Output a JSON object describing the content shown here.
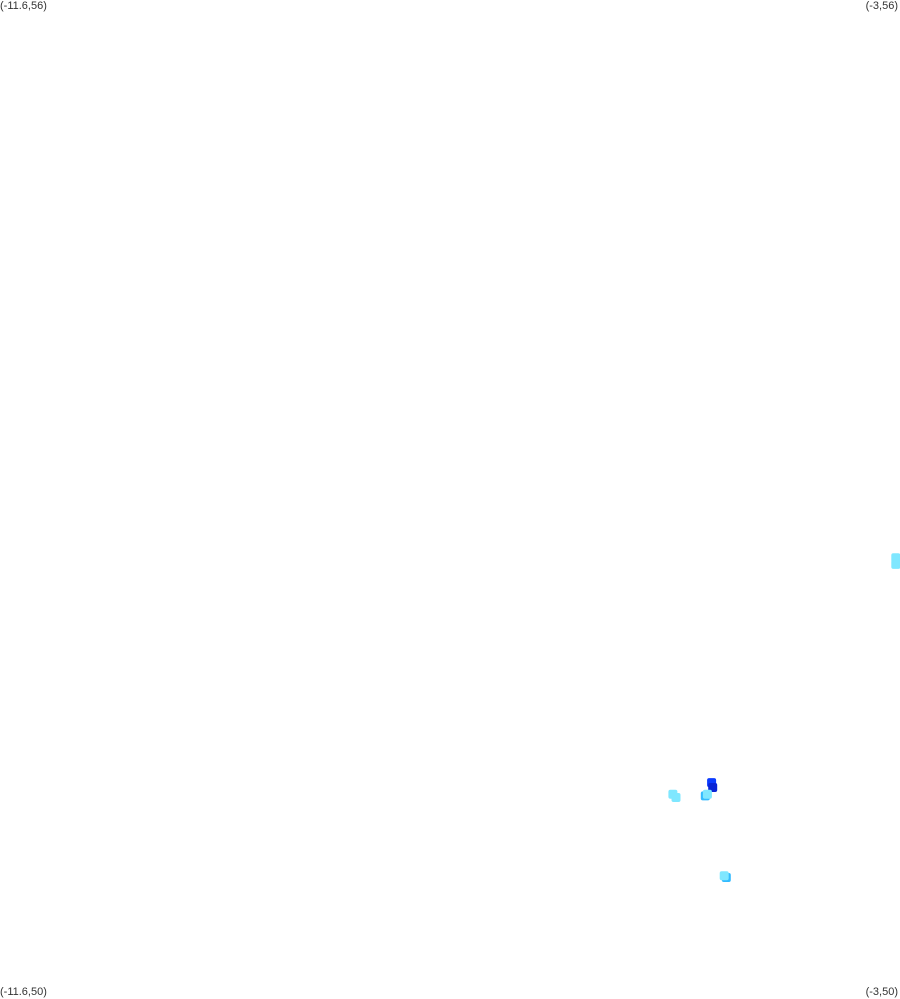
{
  "corners": {
    "top_left": "(-11.6,56)",
    "top_right": "(-3,56)",
    "bottom_left": "(-11.6,50)",
    "bottom_right": "(-3,50)"
  },
  "colors": {
    "background": "#ffffff",
    "light": "#7fe7ff",
    "medium": "#33bbff",
    "dark": "#0b3bff",
    "darkest": "#0a24d6"
  },
  "chart_data": {
    "type": "heatmap",
    "xlim": [
      -11.6,
      -3
    ],
    "ylim": [
      50,
      56
    ],
    "cells": [
      {
        "lon": -3.04,
        "lat": 52.65,
        "level": "light"
      },
      {
        "lon": -3.04,
        "lat": 52.61,
        "level": "light"
      },
      {
        "lon": -4.8,
        "lat": 51.3,
        "level": "dark"
      },
      {
        "lon": -4.79,
        "lat": 51.27,
        "level": "darkest"
      },
      {
        "lon": -4.86,
        "lat": 51.22,
        "level": "medium"
      },
      {
        "lon": -4.84,
        "lat": 51.23,
        "level": "light"
      },
      {
        "lon": -5.17,
        "lat": 51.23,
        "level": "light"
      },
      {
        "lon": -5.14,
        "lat": 51.21,
        "level": "light"
      },
      {
        "lon": -4.66,
        "lat": 50.73,
        "level": "medium"
      },
      {
        "lon": -4.68,
        "lat": 50.74,
        "level": "light"
      }
    ]
  }
}
